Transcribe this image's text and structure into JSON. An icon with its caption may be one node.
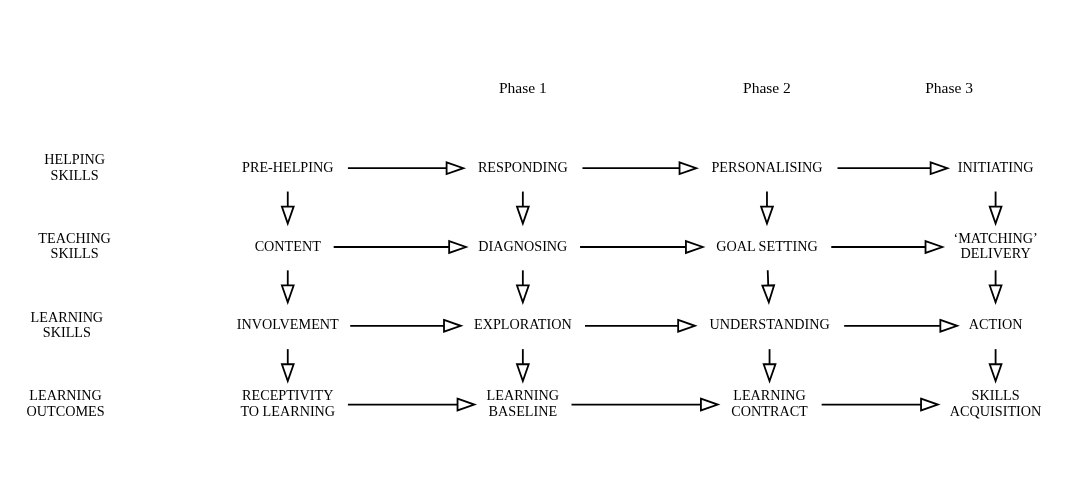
{
  "diagram": {
    "nodes": [
      {
        "text": [
          "PRE-HELPING"
        ]
      },
      {
        "text": [
          "RESPONDING"
        ]
      },
      {
        "text": [
          "PERSONALISING"
        ]
      },
      {
        "text": [
          "INITIATING"
        ]
      },
      {
        "text": [
          "CONTENT"
        ]
      },
      {
        "text": [
          "DIAGNOSING"
        ]
      },
      {
        "text": [
          "GOAL SETTING"
        ]
      },
      {
        "text": [
          "‘MATCHING’ DELIVERY"
        ]
      },
      {
        "text": [
          "INVOLVEMENT"
        ]
      },
      {
        "text": [
          "EXPLORATION"
        ]
      },
      {
        "text": [
          "UNDERSTANDING"
        ]
      },
      {
        "text": [
          "ACTION"
        ]
      },
      {
        "text": [
          "RECEPTIVITY TO LEARNING"
        ]
      },
      {
        "text": [
          "LEARNING BASELINE"
        ]
      },
      {
        "text": [
          "LEARNING CONTRACT"
        ]
      },
      {
        "text": [
          "SKILLS ACQUISITION"
        ]
      }
    ],
    "edges": [
      {
        "from": 0,
        "to": 1,
        "arrow": "to"
      },
      {
        "from": 1,
        "to": 2,
        "arrow": "to"
      },
      {
        "from": 2,
        "to": 3,
        "arrow": "to"
      },
      {
        "from": 0,
        "to": 4,
        "arrow": "to"
      },
      {
        "from": 1,
        "to": 5,
        "arrow": "to"
      },
      {
        "from": 2,
        "to": 6,
        "arrow": "to"
      },
      {
        "from": 3,
        "to": 7,
        "arrow": "to"
      },
      {
        "from": 4,
        "to": 5,
        "arrow": "to"
      },
      {
        "from": 5,
        "to": 6,
        "arrow": "to"
      },
      {
        "from": 6,
        "to": 7,
        "arrow": "to"
      },
      {
        "from": 4,
        "to": 8,
        "arrow": "to"
      },
      {
        "from": 5,
        "to": 9,
        "arrow": "to"
      },
      {
        "from": 6,
        "to": 10,
        "arrow": "to"
      },
      {
        "from": 7,
        "to": 11,
        "arrow": "to"
      },
      {
        "from": 8,
        "to": 9,
        "arrow": "to"
      },
      {
        "from": 9,
        "to": 10,
        "arrow": "to"
      },
      {
        "from": 10,
        "to": 11,
        "arrow": "to"
      },
      {
        "from": 8,
        "to": 12,
        "arrow": "to"
      },
      {
        "from": 9,
        "to": 13,
        "arrow": "to"
      },
      {
        "from": 10,
        "to": 14,
        "arrow": "to"
      },
      {
        "from": 11,
        "to": 15,
        "arrow": "to"
      },
      {
        "from": 12,
        "to": 13,
        "arrow": "to"
      },
      {
        "from": 13,
        "to": 14,
        "arrow": "to"
      },
      {
        "from": 14,
        "to": 15,
        "arrow": "to"
      }
    ],
    "labels": [
      "Phase 1",
      "Phase 2",
      "Phase 3",
      "HELPING SKILLS",
      "TEACHING SKILLS",
      "LEARNING SKILLS",
      "LEARNING OUTCOMES"
    ]
  }
}
